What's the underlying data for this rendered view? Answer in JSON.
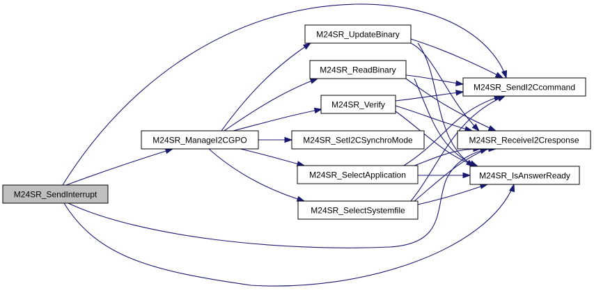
{
  "graph": {
    "nodes": [
      {
        "id": "send_interrupt",
        "label": "M24SR_SendInterrupt",
        "root": true
      },
      {
        "id": "manage_i2c_gpo",
        "label": "M24SR_ManageI2CGPO"
      },
      {
        "id": "update_binary",
        "label": "M24SR_UpdateBinary"
      },
      {
        "id": "read_binary",
        "label": "M24SR_ReadBinary"
      },
      {
        "id": "verify",
        "label": "M24SR_Verify"
      },
      {
        "id": "set_i2c_synchro_mode",
        "label": "M24SR_SetI2CSynchroMode"
      },
      {
        "id": "select_application",
        "label": "M24SR_SelectApplication"
      },
      {
        "id": "select_systemfile",
        "label": "M24SR_SelectSystemfile"
      },
      {
        "id": "send_i2c_command",
        "label": "M24SR_SendI2Ccommand"
      },
      {
        "id": "receive_i2c_response",
        "label": "M24SR_ReceiveI2Cresponse"
      },
      {
        "id": "is_answer_ready",
        "label": "M24SR_IsAnswerReady"
      }
    ]
  }
}
